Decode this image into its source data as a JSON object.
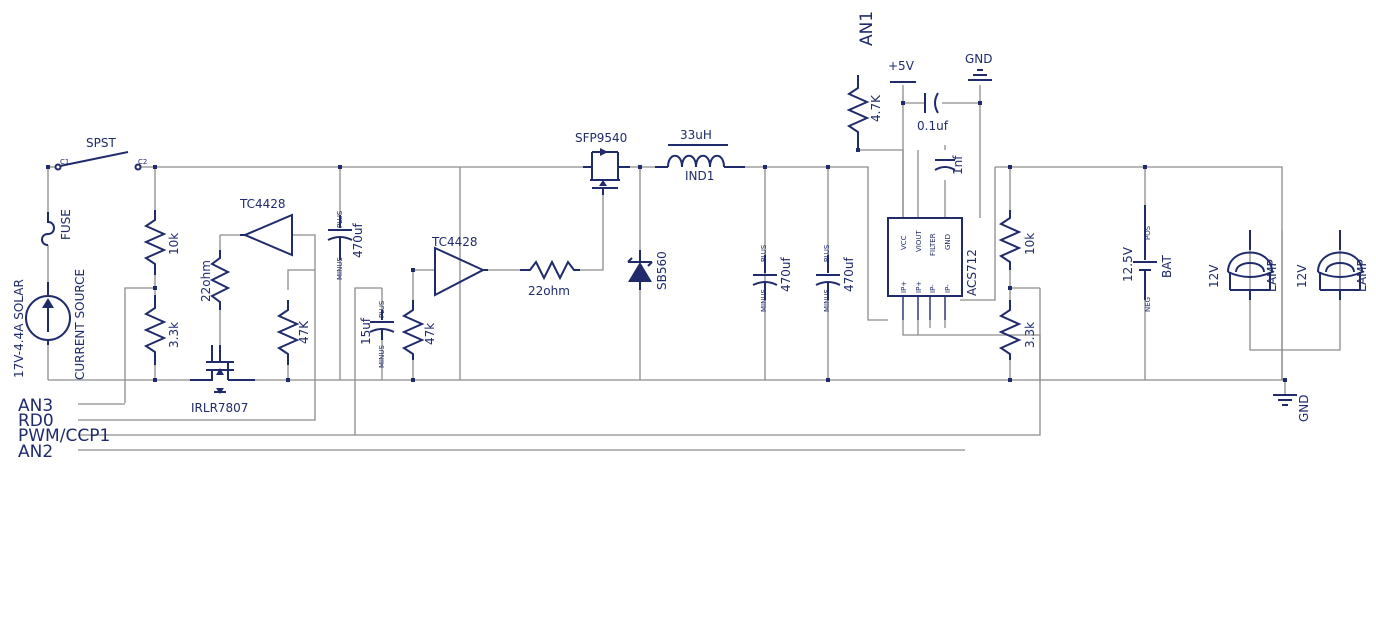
{
  "labels": {
    "spst": "SPST",
    "c1": "C1",
    "c2": "C2",
    "fuse": "FUSE",
    "solar_rating": "17V-4.4A SOLAR",
    "current_source": "CURRENT SOURCE",
    "r10k_left": "10k",
    "r3k3_left": "3.3k",
    "tc4428_1": "TC4428",
    "r22_vertical": "22ohm",
    "irlr7807": "IRLR7807",
    "r47k_left": "47K",
    "c470_1": "470uf",
    "c15uf": "15uf",
    "r47k_2": "47k",
    "tc4428_2": "TC4428",
    "r22_horizontal": "22ohm",
    "sfp9540": "SFP9540",
    "inductor_value": "33uH",
    "inductor_name": "IND1",
    "sb560": "SB560",
    "c470_2": "470uf",
    "c470_3": "470uf",
    "an1": "AN1",
    "r4k7": "4.7K",
    "plus5v": "+5V",
    "gnd_top": "GND",
    "c0_1uf": "0.1uf",
    "c1nf": "1nf",
    "acs_vcc": "VCC",
    "acs_viout": "VIOUT",
    "acs_filter": "FILTER",
    "acs_gnd": "GND",
    "acs_ip_plus": "IP+",
    "acs_ip_minus": "IP-",
    "acs712": "ACS712",
    "r10k_right": "10k",
    "r3k3_right": "3.3k",
    "battery_voltage": "12.5V",
    "battery_name": "BAT",
    "battery_pos": "POS",
    "battery_neg": "NEG",
    "lamp_voltage": "12V",
    "lamp_name": "LAMP",
    "gnd_bottom": "GND",
    "plus": "PLUS",
    "minus": "MINUS"
  },
  "nets": {
    "an3": "AN3",
    "rd0": "RD0",
    "pwm_ccp1": "PWM/CCP1",
    "an2": "AN2"
  },
  "colors": {
    "component": "#1f2b6b",
    "wire": "#8c8c8c",
    "background": "#ffffff"
  }
}
